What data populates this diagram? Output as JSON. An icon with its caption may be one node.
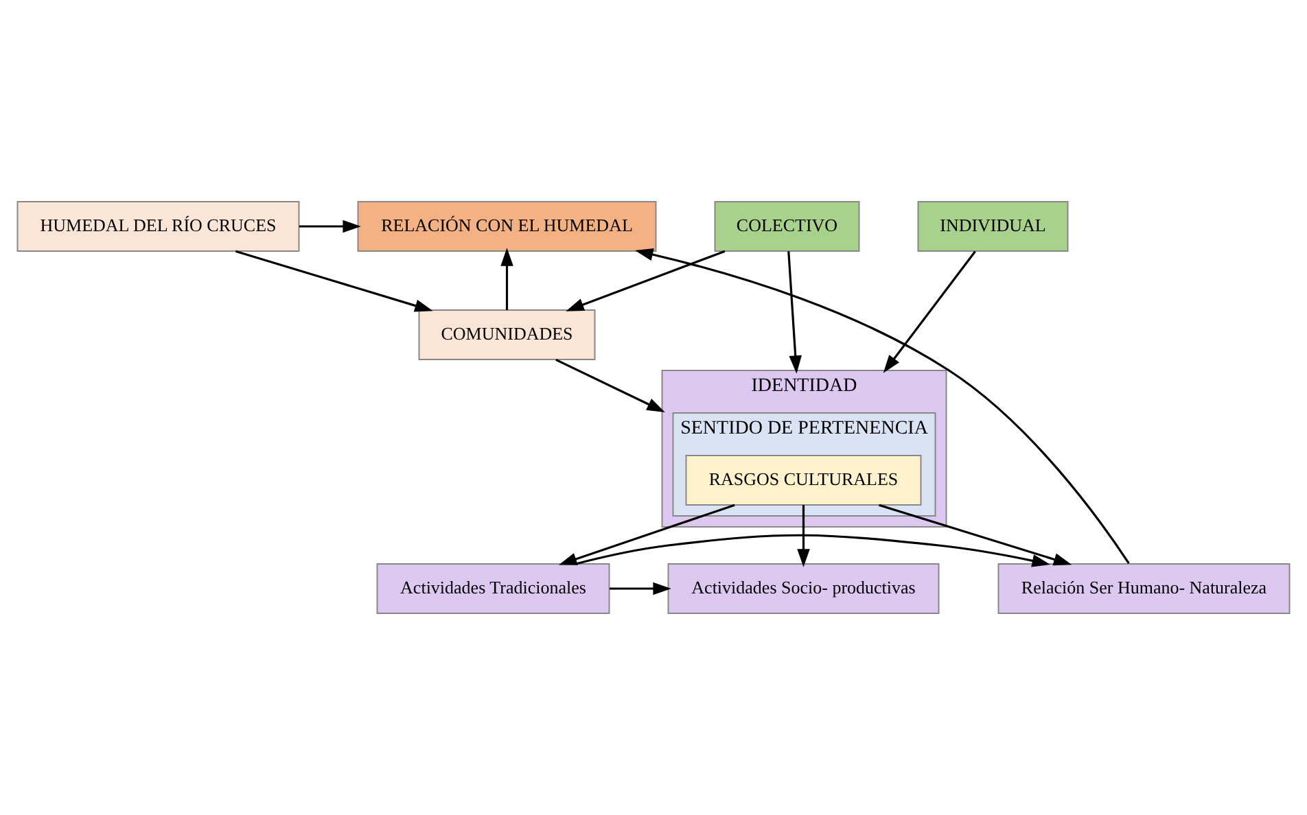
{
  "diagram": {
    "nodes": [
      {
        "text": [
          "HUMEDAL DEL RÍO CRUCES"
        ]
      },
      {
        "text": [
          "COMUNIDADES"
        ]
      },
      {
        "text": [
          "RELACIÓN CON EL HUMEDAL"
        ]
      },
      {
        "text": [
          "COLECTIVO"
        ]
      },
      {
        "text": [
          "IDENTIDAD"
        ]
      },
      {
        "text": [
          "SENTIDO DE PERTENENCIA"
        ],
        "in": 4
      },
      {
        "text": [
          "RASGOS CULTURALES"
        ],
        "in": 5
      },
      {
        "text": [
          "INDIVIDUAL"
        ]
      },
      {
        "text": [
          "Relación Ser Humano- Naturaleza"
        ]
      },
      {
        "text": [
          "Actividades Tradicionales"
        ]
      },
      {
        "text": [
          "Actividades Socio- productivas"
        ]
      }
    ],
    "edges": [
      {
        "from": 0,
        "to": 1,
        "arrow": "to"
      },
      {
        "from": 0,
        "to": 2,
        "arrow": "to"
      },
      {
        "from": 1,
        "to": 2,
        "arrow": "to"
      },
      {
        "from": 3,
        "to": 1,
        "arrow": "to"
      },
      {
        "from": 1,
        "to": 4,
        "arrow": "to"
      },
      {
        "from": 3,
        "to": 4,
        "arrow": "to"
      },
      {
        "from": 7,
        "to": 4,
        "arrow": "to"
      },
      {
        "from": 6,
        "to": 8,
        "arrow": "to"
      },
      {
        "from": 6,
        "to": 9,
        "arrow": "to"
      },
      {
        "from": 6,
        "to": 10,
        "arrow": "to"
      },
      {
        "from": 9,
        "to": 8,
        "arrow": "to"
      },
      {
        "from": 9,
        "to": 10,
        "arrow": "to"
      },
      {
        "from": 8,
        "to": 2,
        "arrow": "to"
      }
    ]
  }
}
